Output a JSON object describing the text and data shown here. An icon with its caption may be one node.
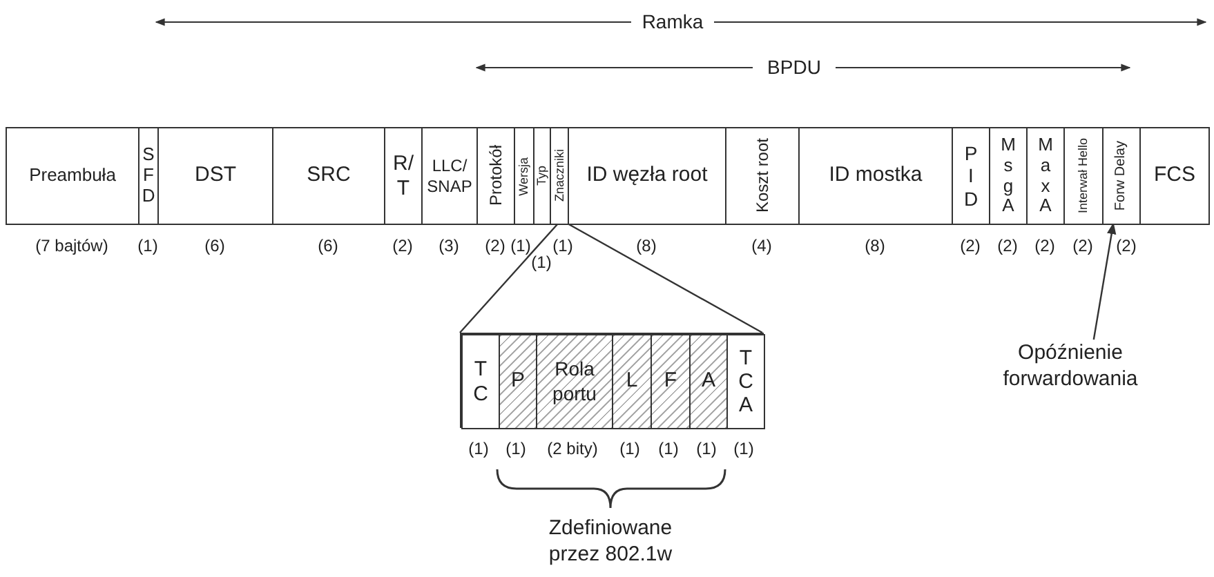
{
  "diagram": {
    "nodes": [
      {
        "text": [
          "Preambuła"
        ],
        "beside": [
          "(7 bajtów)"
        ]
      },
      {
        "text": [
          "SFD"
        ],
        "beside": [
          "(1)"
        ]
      },
      {
        "text": [
          "DST"
        ],
        "beside": [
          "(6)"
        ]
      },
      {
        "text": [
          "SRC"
        ],
        "beside": [
          "(6)"
        ]
      },
      {
        "text": [
          "R/T"
        ],
        "beside": [
          "(2)"
        ]
      },
      {
        "text": [
          "LLC/ SNAP"
        ],
        "beside": [
          "(3)"
        ]
      },
      {
        "text": [
          "Protokół"
        ],
        "beside": [
          "(2)"
        ]
      },
      {
        "text": [
          "Wersja"
        ],
        "beside": [
          "(1)"
        ]
      },
      {
        "text": [
          "Typ"
        ],
        "beside": [
          "(1)"
        ]
      },
      {
        "text": [
          "Znaczniki"
        ],
        "beside": [
          "(1)"
        ]
      },
      {
        "text": [
          "ID węzła root"
        ],
        "beside": [
          "(8)"
        ]
      },
      {
        "text": [
          "Koszt root"
        ],
        "beside": [
          "(4)"
        ]
      },
      {
        "text": [
          "ID mostka"
        ],
        "beside": [
          "(8)"
        ]
      },
      {
        "text": [
          "PID"
        ],
        "beside": [
          "(2)"
        ]
      },
      {
        "text": [
          "MsgA"
        ],
        "beside": [
          "(2)"
        ]
      },
      {
        "text": [
          "MaxA"
        ],
        "beside": [
          "(2)"
        ]
      },
      {
        "text": [
          "Interwał Hello"
        ],
        "beside": [
          "(2)"
        ]
      },
      {
        "text": [
          "Forw Delay"
        ],
        "beside": [
          "(2)"
        ]
      },
      {
        "text": [
          "FCS"
        ]
      },
      {
        "text": [],
        "shape": "box"
      },
      {
        "text": [
          "TC"
        ],
        "in": 19,
        "beside": [
          "(1)"
        ]
      },
      {
        "text": [
          "P"
        ],
        "in": 19,
        "beside": [
          "(1)"
        ]
      },
      {
        "text": [
          "Rola portu"
        ],
        "in": 19,
        "beside": [
          "(2 bity)"
        ]
      },
      {
        "text": [
          "L"
        ],
        "in": 19,
        "beside": [
          "(1)"
        ]
      },
      {
        "text": [
          "F"
        ],
        "in": 19,
        "beside": [
          "(1)"
        ]
      },
      {
        "text": [
          "A"
        ],
        "in": 19,
        "beside": [
          "(1)"
        ]
      },
      {
        "text": [
          "TCA"
        ],
        "in": 19,
        "beside": [
          "(1)"
        ]
      },
      {
        "text": [
          "Opóźnienie forwardowania"
        ]
      }
    ],
    "edges": [
      {
        "from": 9,
        "to": 19,
        "arrow": "none"
      },
      {
        "from": 9,
        "to": 19,
        "arrow": "none"
      },
      {
        "from": 27,
        "to": 17,
        "arrow": "to"
      }
    ],
    "labels": [
      "Ramka",
      "BPDU",
      "Zdefiniowane przez 802.1w"
    ]
  }
}
